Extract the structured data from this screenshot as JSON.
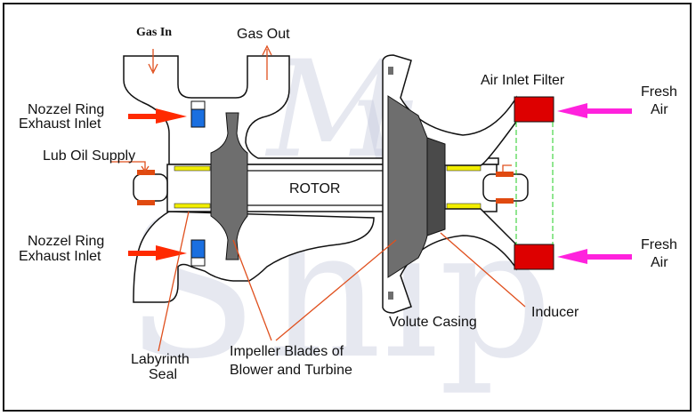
{
  "labels": {
    "gas_in": "Gas In",
    "gas_out": "Gas Out",
    "nozzle_top_1": "Nozzel Ring",
    "nozzle_top_2": "Exhaust Inlet",
    "lub_oil": "Lub Oil Supply",
    "nozzle_bottom_1": "Nozzel Ring",
    "nozzle_bottom_2": "Exhaust Inlet",
    "rotor": "ROTOR",
    "air_filter": "Air Inlet Filter",
    "fresh_air_top_1": "Fresh",
    "fresh_air_top_2": "Air",
    "fresh_air_bottom_1": "Fresh",
    "fresh_air_bottom_2": "Air",
    "volute": "Volute Casing",
    "inducer": "Inducer",
    "labyrinth_1": "Labyrinth",
    "labyrinth_2": "Seal",
    "impeller_1": "Impeller Blades of",
    "impeller_2": "Blower and Turbine"
  },
  "watermark": "My Ship",
  "colors": {
    "leader": "#e0501e",
    "nozzle": "#1a6fe0",
    "filter": "#dd0000",
    "fresh_air_arrow": "#ff22dd",
    "exhaust_arrow": "#ff2a00",
    "seal": "#f2ee00",
    "wheel": "#6e6e6e",
    "inducer": "#4a4a4a"
  }
}
